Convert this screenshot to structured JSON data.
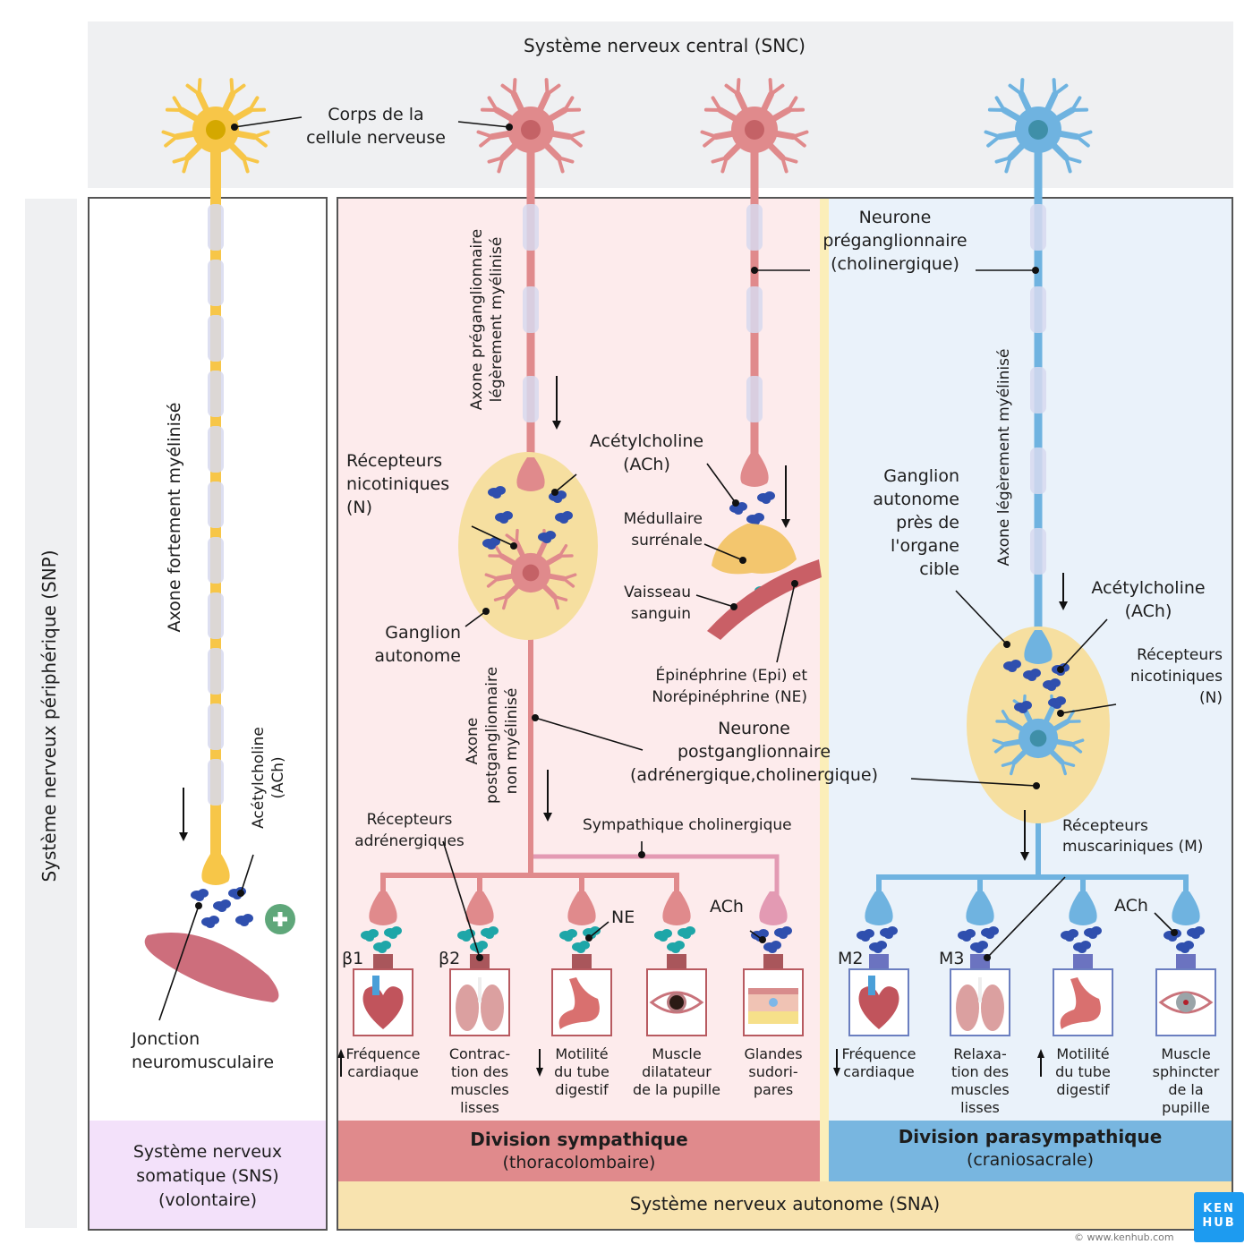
{
  "title": "Système nerveux central (SNC)",
  "side_label": "Système nerveux périphérique (SNP)",
  "colors": {
    "somatic_neuron": "#f7c648",
    "sympathetic_neuron": "#e08a8c",
    "parasympathetic_neuron": "#6fb3e0",
    "ach_molecule": "#2f4fae",
    "ne_molecule": "#1ea6a8",
    "ganglion": "#f6dfa0",
    "myelin": "#d7d9ee",
    "plus_badge": "#5fa77a"
  },
  "labels": {
    "cell_body": "Corps de la\ncellule nerveuse",
    "somatic_axon": "Axone fortement myélinisé",
    "somatic_ach": "Acétylcholine\n(ACh)",
    "nmj": "Jonction\nneuromusculaire",
    "symp_pre_axon": "Axone préganglionnaire\nlégèrement myélinisé",
    "pre_neuron": "Neurone\npréganglionnaire\n(cholinergique)",
    "symp_ach": "Acétylcholine\n(ACh)",
    "symp_nicotinic": "Récepteurs\nnicotiniques\n(N)",
    "symp_ganglion": "Ganglion\nautonome",
    "adrenal": "Médullaire\nsurrénale",
    "vessel": "Vaisseau\nsanguin",
    "epi_ne": "Épinéphrine (Epi) et\nNorépinéphrine (NE)",
    "symp_post_axon": "Axone\npostganglionnaire\nnon myélinisé",
    "post_neuron": "Neurone\npostganglionnaire\n(adrénergique,cholinergique)",
    "adrenergic_receptors": "Récepteurs\nadrénergiques",
    "symp_cholinergic": "Sympathique cholinergique",
    "ne": "NE",
    "ach": "ACh",
    "para_ganglion": "Ganglion\nautonome\nprès de\nl'organe\ncible",
    "para_axon": "Axone légèrement myélinisé",
    "para_ach": "Acétylcholine\n(ACh)",
    "para_nicotinic": "Récepteurs\nnicotiniques\n(N)",
    "muscarinic": "Récepteurs\nmuscariniques (M)",
    "para_ach_small": "ACh"
  },
  "sympathetic_targets": [
    {
      "receptor": "β1",
      "organ": "heart-icon",
      "arrow": "up",
      "effect": "Fréquence\ncardiaque"
    },
    {
      "receptor": "β2",
      "organ": "lungs-icon",
      "arrow": "",
      "effect": "Contrac-\ntion des\nmuscles\nlisses"
    },
    {
      "receptor": "",
      "organ": "stomach-icon",
      "arrow": "down",
      "effect": "Motilité\ndu tube\ndigestif"
    },
    {
      "receptor": "",
      "organ": "eye-dilated-icon",
      "arrow": "",
      "effect": "Muscle\ndilatateur\nde la pupille"
    },
    {
      "receptor": "",
      "organ": "skin-sweat-gland-icon",
      "arrow": "",
      "effect": "Glandes\nsudori-\npares"
    }
  ],
  "parasympathetic_targets": [
    {
      "receptor": "M2",
      "organ": "heart-icon",
      "arrow": "down",
      "effect": "Fréquence\ncardiaque"
    },
    {
      "receptor": "M3",
      "organ": "lungs-icon",
      "arrow": "",
      "effect": "Relaxa-\ntion des\nmuscles\nlisses"
    },
    {
      "receptor": "",
      "organ": "stomach-icon",
      "arrow": "up",
      "effect": "Motilité\ndu tube\ndigestif"
    },
    {
      "receptor": "",
      "organ": "eye-constricted-icon",
      "arrow": "",
      "effect": "Muscle\nsphincter\nde la\npupille"
    }
  ],
  "footers": {
    "sns": "Système nerveux\nsomatique (SNS)\n(volontaire)",
    "symp_title": "Division sympathique",
    "symp_sub": "(thoracolombaire)",
    "para_title": "Division parasympathique",
    "para_sub": "(craniosacrale)",
    "sna": "Système nerveux autonome (SNA)"
  },
  "brand": {
    "logo": "KEN\nHUB",
    "copyright": "© www.kenhub.com"
  }
}
